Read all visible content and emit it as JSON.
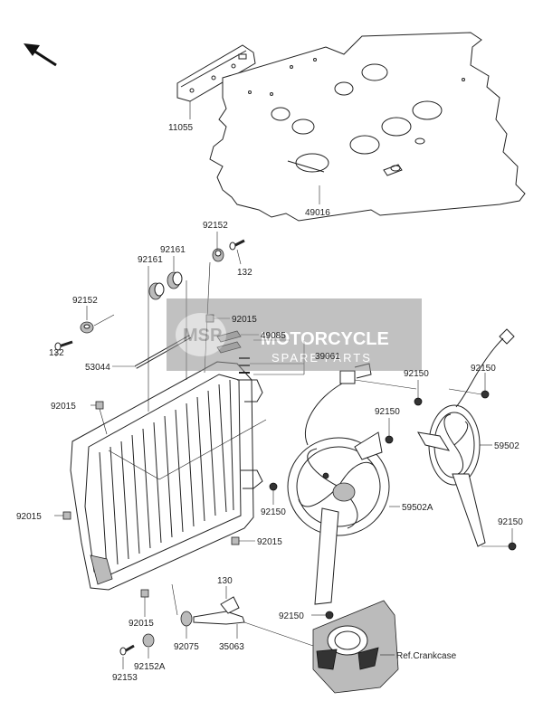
{
  "watermark": {
    "badge": "MSP",
    "line1": "MOTORCYCLE",
    "line2": "SPARE PARTS"
  },
  "parts": {
    "p11055": "11055",
    "p49016": "49016",
    "p92152_top": "92152",
    "p132_top": "132",
    "p92161_a": "92161",
    "p92161_b": "92161",
    "p92152_left": "92152",
    "p132_left": "132",
    "p92015_a": "92015",
    "p49085": "49085",
    "p39061": "39061",
    "p53044": "53044",
    "p92015_b": "92015",
    "p92150_a": "92150",
    "p92150_b": "92150",
    "p92150_c": "92150",
    "p59502": "59502",
    "p92015_c": "92015",
    "p92150_d": "92150",
    "p59502A": "59502A",
    "p92015_d": "92015",
    "p92150_e": "92150",
    "p130": "130",
    "p92015_e": "92015",
    "p92075": "92075",
    "p35063": "35063",
    "p92150_f": "92150",
    "p92152A": "92152A",
    "p92153": "92153",
    "ref_crankcase": "Ref.Crankcase"
  }
}
